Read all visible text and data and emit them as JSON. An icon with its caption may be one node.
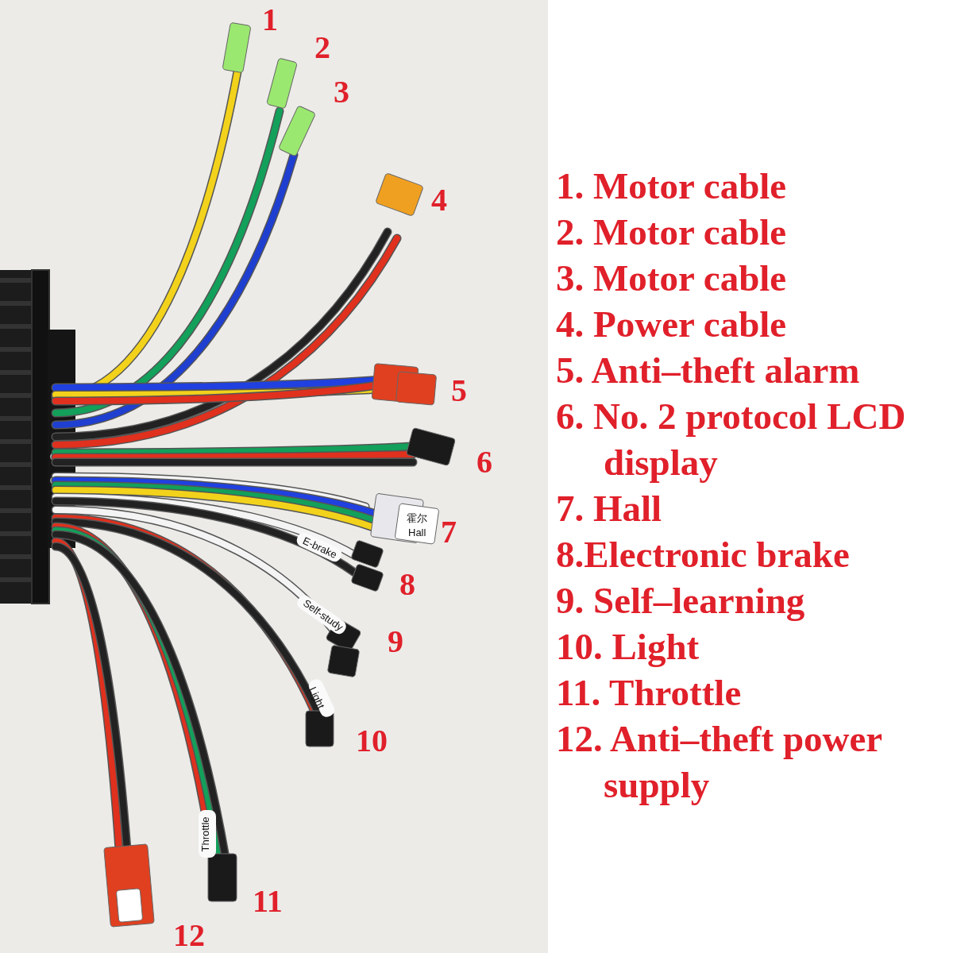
{
  "diagram": {
    "labels": [
      "1",
      "2",
      "3",
      "4",
      "5",
      "6",
      "霍尔",
      "Hall",
      "7",
      "E-brake",
      "8",
      "Self-study",
      "9",
      "Light",
      "10",
      "Throttle",
      "11",
      "12",
      "1. Motor cable",
      "2. Motor cable",
      "3. Motor cable",
      "4. Power cable",
      "5. Anti–theft alarm",
      "6. No. 2 protocol LCD display",
      "7. Hall",
      "8.Electronic brake",
      "9. Self–learning",
      "10. Light",
      "11. Throttle",
      "12. Anti–theft power supply"
    ]
  }
}
